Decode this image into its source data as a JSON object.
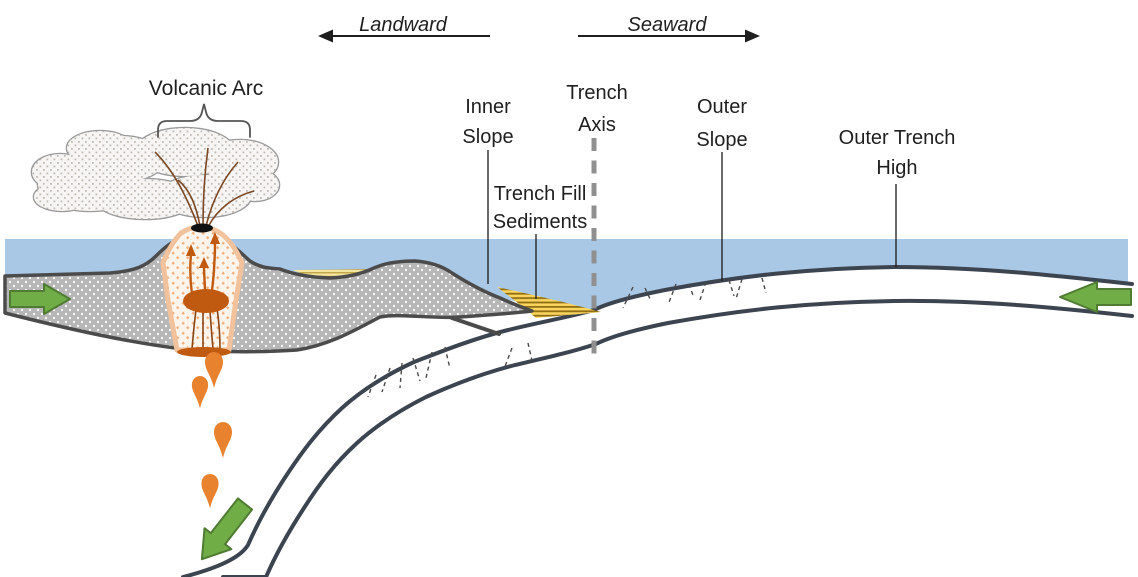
{
  "direction_indicators": {
    "landward": "Landward",
    "seaward": "Seaward"
  },
  "labels": {
    "volcanic_arc": "Volcanic Arc",
    "inner_slope": [
      "Inner",
      "Slope"
    ],
    "trench_axis": [
      "Trench",
      "Axis"
    ],
    "trench_fill_sediments": [
      "Trench Fill",
      "Sediments"
    ],
    "outer_slope": [
      "Outer",
      "Slope"
    ],
    "outer_trench_high": [
      "Outer Trench",
      "High"
    ]
  },
  "icons": {
    "landward_direction": "left-arrow",
    "seaward_direction": "right-arrow",
    "volcanic_arc_bracket": "curly-brace-down",
    "plate_motion_left": "green-arrow-pointing-right",
    "plate_motion_right": "green-arrow-pointing-left",
    "slab_descent": "green-arrow-pointing-down-left",
    "magma_ascent": "orange-up-arrows",
    "rising_melt": "orange-teardrop-blobs",
    "normal_faults": "short-dashed-tick-marks",
    "trench_axis_marker": "vertical-dashed-line"
  },
  "colors": {
    "water": "#a9c8e5",
    "plate": "#b7b7b7",
    "plate_outline": "#4b4b4b",
    "slab": "#3c4450",
    "magma": "#e8822f",
    "magma_dark": "#c05a10",
    "arrow_green": "#70ad47",
    "arrow_green_border": "#4f7b32",
    "sediment": "#fbd55e",
    "sediment_stripe": "#8f6d12",
    "axis_dash": "#909090",
    "volcano_outline": "#f1c29c",
    "text": "#1f1f1f"
  }
}
